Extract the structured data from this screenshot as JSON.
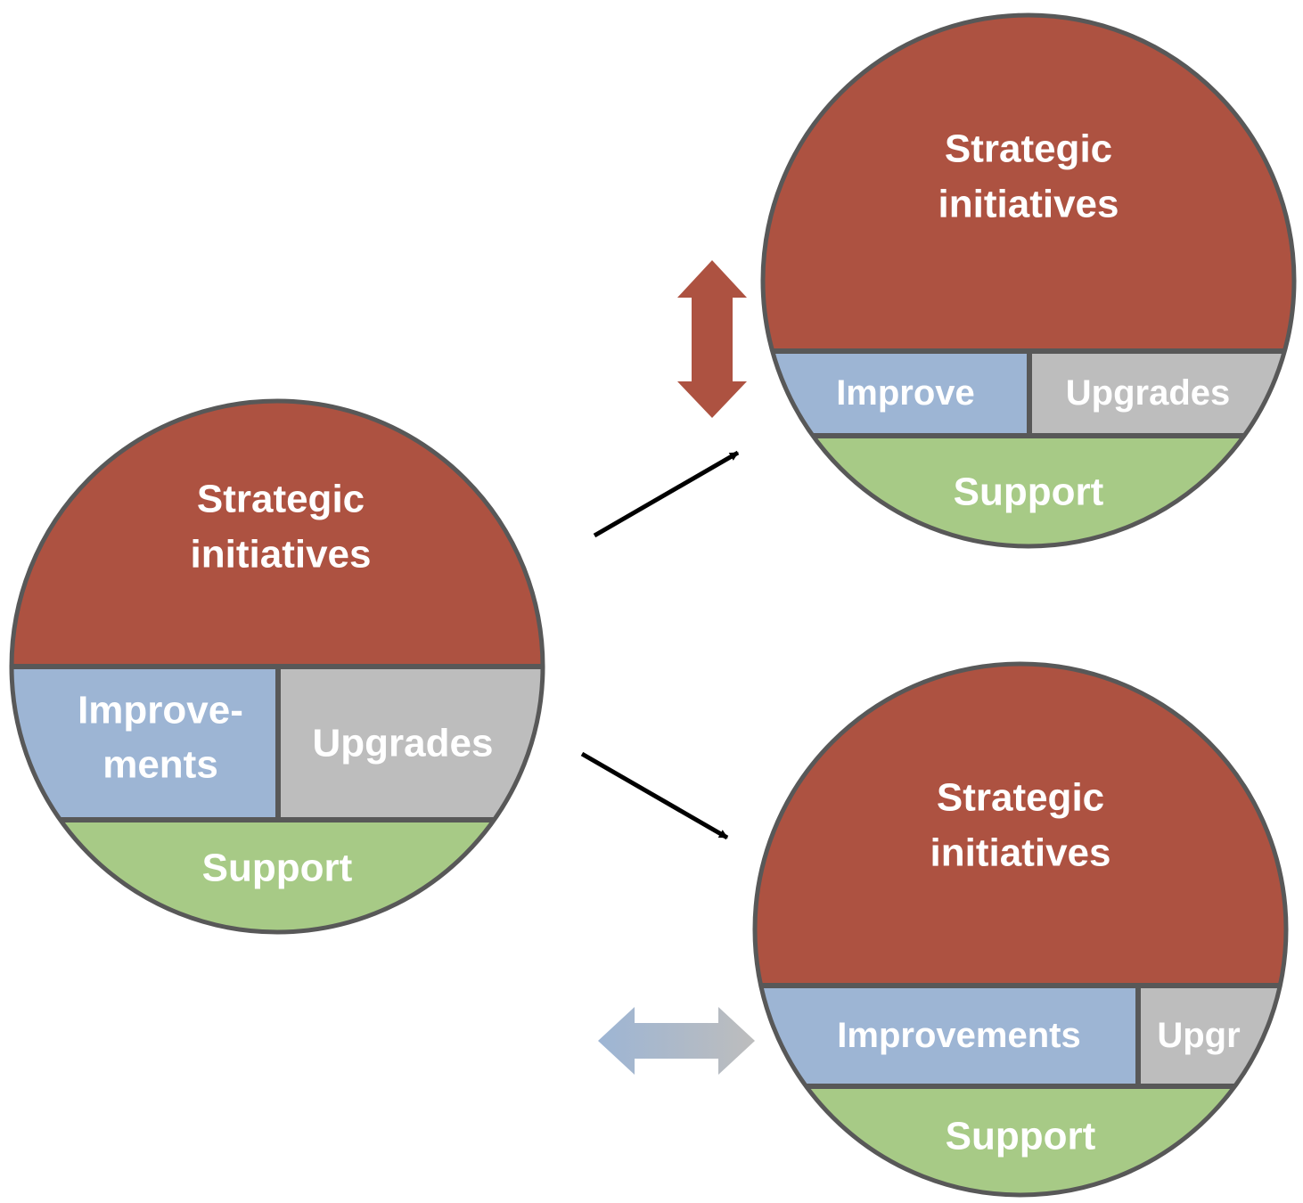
{
  "colors": {
    "strategic": "#ad5241",
    "improvements": "#9db5d4",
    "upgrades": "#bdbdbd",
    "support": "#a7ca86",
    "outline": "#585858",
    "divider": "#585858",
    "arrow": "#000000",
    "vertical_arrow": "#ad5241",
    "horizontal_arrow_start": "#9db5d4",
    "horizontal_arrow_end": "#bdbdbd"
  },
  "circles": {
    "left": {
      "strategic": [
        "Strategic",
        "initiatives"
      ],
      "improvements": [
        "Improve-",
        "ments"
      ],
      "upgrades": "Upgrades",
      "support": "Support"
    },
    "top_right": {
      "strategic": [
        "Strategic",
        "initiatives"
      ],
      "improvements": "Improve",
      "upgrades": "Upgrades",
      "support": "Support"
    },
    "bottom_right": {
      "strategic": [
        "Strategic",
        "initiatives"
      ],
      "improvements": "Improvements",
      "upgrades": "Upgr",
      "support": "Support"
    }
  },
  "connectors": {
    "left_to_top": "arrow",
    "left_to_bottom": "arrow",
    "top_resize_indicator": "double-arrow-vertical",
    "bottom_resize_indicator": "double-arrow-horizontal"
  }
}
